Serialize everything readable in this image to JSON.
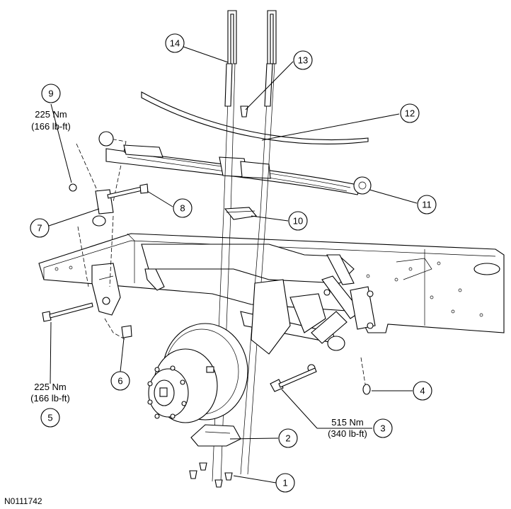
{
  "callouts": [
    {
      "num": "1"
    },
    {
      "num": "2"
    },
    {
      "num": "3",
      "torque_nm": "515 Nm",
      "torque_lbft": "(340 lb-ft)"
    },
    {
      "num": "4"
    },
    {
      "num": "5",
      "torque_nm": "225 Nm",
      "torque_lbft": "(166 lb-ft)"
    },
    {
      "num": "6"
    },
    {
      "num": "7"
    },
    {
      "num": "8"
    },
    {
      "num": "9",
      "torque_nm": "225 Nm",
      "torque_lbft": "(166 lb-ft)"
    },
    {
      "num": "10"
    },
    {
      "num": "11"
    },
    {
      "num": "12"
    },
    {
      "num": "13"
    },
    {
      "num": "14"
    }
  ],
  "figure_id": "N0111742"
}
